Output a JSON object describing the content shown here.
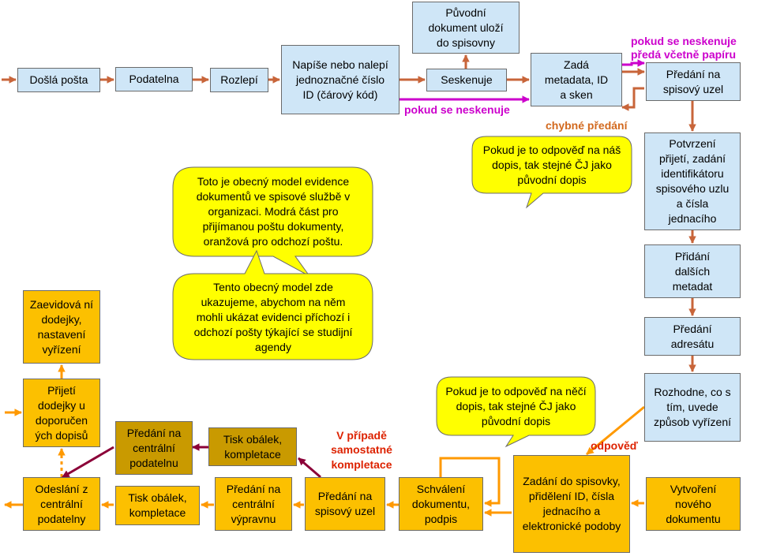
{
  "colors": {
    "incoming_box": "#cfe6f7",
    "outgoing_box": "#fcc000",
    "dispatch_box": "#c99a00",
    "note_fill": "#ffff00",
    "incoming_arrow": "#c8653a",
    "outgoing_arrow": "#8b0038",
    "reply_arrow": "#ff9900",
    "skip_scan_arrow": "#cc00cc"
  },
  "incoming": {
    "dosla_posta": "Došlá pošta",
    "podatelna": "Podatelna",
    "rozlepi": "Rozlepí",
    "napise": "Napíše nebo nalepí jednoznačné číslo ID (čárový kód)",
    "seskenuje": "Seskenuje",
    "puvodni_dokument": "Původní dokument uloží do spisovny",
    "zada_metadata": "Zadá metadata, ID a sken",
    "predani_uzel": "Předání na spisový uzel",
    "potvrzeni": "Potvrzení přijetí, zadání identifikátoru spisového uzlu a čísla jednacího",
    "pridani_metadat": "Přidání dalších metadat",
    "predani_adresatu": "Předání adresátu",
    "rozhodne": "Rozhodne, co s tím, uvede způsob vyřízení"
  },
  "outgoing": {
    "vytvoreni": "Vytvoření nového dokumentu",
    "zadani_spisovka": "Zadání do spisovky, přidělení ID, čísla jednacího a elektronické podoby",
    "schvaleni": "Schválení dokumentu, podpis",
    "predani_uzel": "Předání na spisový uzel",
    "predani_vypravnu": "Předání na centrální výpravnu",
    "tisk_obalek_1": "Tisk obálek, kompletace",
    "odeslani": "Odeslání z centrální podatelny",
    "prijeti_dodejky": "Přijetí dodejky u doporučen ých dopisů",
    "zaevidovani": "Zaevidová ní dodejky, nastavení vyřízení",
    "tisk_obalek_2": "Tisk obálek, kompletace",
    "predani_podatelnu": "Předání na centrální podatelnu"
  },
  "labels": {
    "pokud_nesken_1": "pokud se neskenuje",
    "pokud_nesken_2": "pokud se neskenuje",
    "preda_vcetne": "předá včetně papíru",
    "chybne": "chybné předání",
    "odpoved": "odpověď",
    "v_pripade": "V případě",
    "samostatne": "samostatné",
    "kompletace": "kompletace"
  },
  "notes": {
    "obecny_model": "Toto je obecný model evidence dokumentů ve spisové službě v organizaci. Modrá část pro přijímanou poštu dokumenty, oranžová pro odchozí poštu.",
    "studijni": "Tento obecný model zde ukazujeme, abychom na něm mohli ukázat evidenci příchozí i odchozí pošty týkající se studijní agendy",
    "odpoved_nas": "Pokud je to odpověď na náš dopis, tak stejné ČJ jako původní dopis",
    "odpoved_neci": "Pokud je to odpověď na něčí dopis, tak stejné ČJ jako původní dopis"
  }
}
